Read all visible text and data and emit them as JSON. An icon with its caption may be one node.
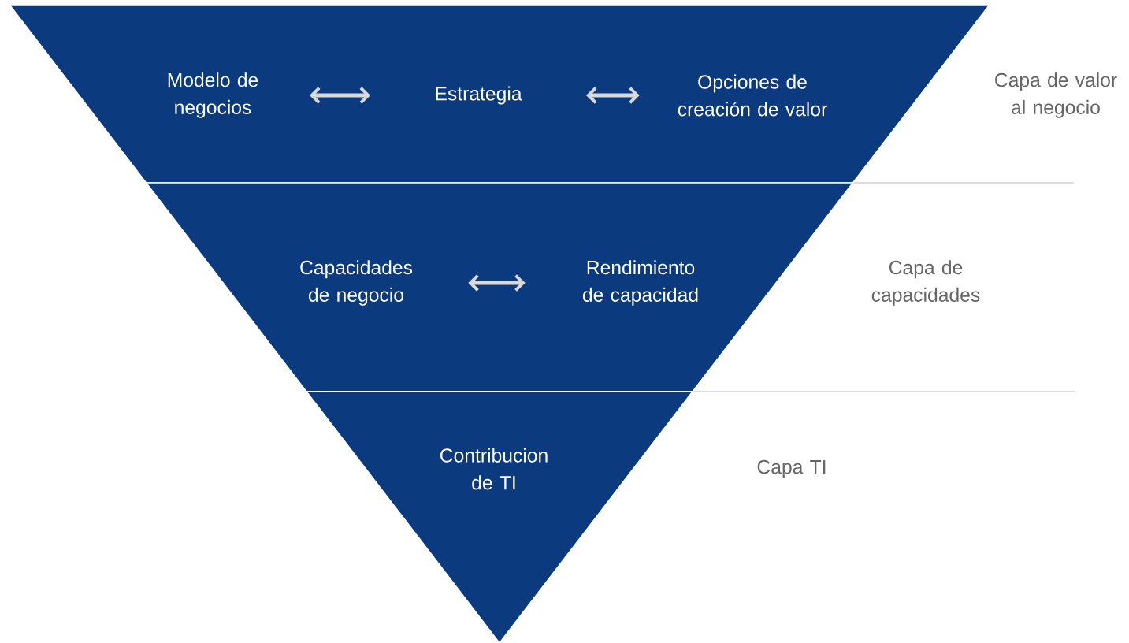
{
  "diagram": {
    "nodes": [
      {
        "text": [],
        "shape": "band"
      },
      {
        "text": [
          "Modelo de negocios"
        ],
        "in": 0
      },
      {
        "text": [
          "Estrategia"
        ],
        "in": 0
      },
      {
        "text": [
          "Opciones de creación de valor"
        ],
        "in": 0
      },
      {
        "text": [],
        "shape": "band"
      },
      {
        "text": [
          "Capacidades de negocio"
        ],
        "in": 4
      },
      {
        "text": [
          "Rendimiento de capacidad"
        ],
        "in": 4
      },
      {
        "text": [],
        "shape": "triangle"
      },
      {
        "text": [
          "Contribucion de TI"
        ],
        "in": 7
      }
    ],
    "edges": [
      {
        "from": 1,
        "to": 2,
        "arrow": "both"
      },
      {
        "from": 2,
        "to": 3,
        "arrow": "both"
      },
      {
        "from": 5,
        "to": 6,
        "arrow": "both"
      }
    ],
    "labels": [
      "Capa de valor al negocio",
      "Capa de capacidades",
      "Capa TI"
    ]
  }
}
